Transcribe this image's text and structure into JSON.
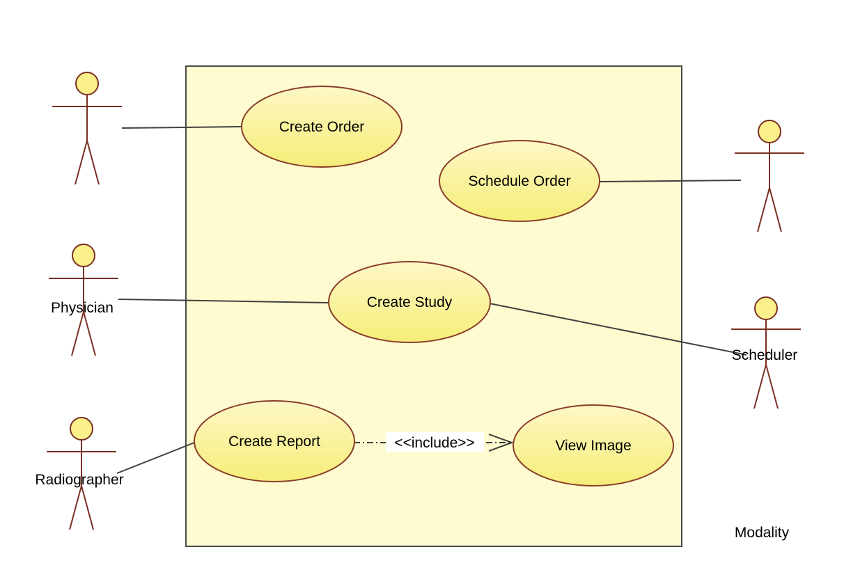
{
  "diagram": {
    "system_boundary": {
      "label": ""
    },
    "use_cases": [
      {
        "id": "create-order",
        "label": "Create Order"
      },
      {
        "id": "schedule-order",
        "label": "Schedule Order"
      },
      {
        "id": "create-study",
        "label": "Create Study"
      },
      {
        "id": "create-report",
        "label": "Create Report"
      },
      {
        "id": "view-image",
        "label": "View Image"
      }
    ],
    "actors": [
      {
        "id": "actor-top-left",
        "label": ""
      },
      {
        "id": "physician",
        "label": "Physician"
      },
      {
        "id": "radiographer",
        "label": "Radiographer"
      },
      {
        "id": "actor-top-right",
        "label": ""
      },
      {
        "id": "scheduler",
        "label": "Scheduler"
      }
    ],
    "relationships": [
      {
        "from": "actor-top-left",
        "to": "create-order",
        "type": "association"
      },
      {
        "from": "actor-top-right",
        "to": "schedule-order",
        "type": "association"
      },
      {
        "from": "physician",
        "to": "create-study",
        "type": "association"
      },
      {
        "from": "scheduler",
        "to": "create-study",
        "type": "association"
      },
      {
        "from": "radiographer",
        "to": "create-report",
        "type": "association"
      },
      {
        "from": "create-report",
        "to": "view-image",
        "type": "include",
        "label": "<<include>>"
      }
    ],
    "free_text": {
      "modality_label": "Modality"
    },
    "colors": {
      "boundary_fill": "#fdfbcf",
      "boundary_stroke": "#4a4a4a",
      "usecase_fill_top": "#fdf7c6",
      "usecase_fill_bottom": "#f6ee78",
      "usecase_stroke": "#8a3d2a",
      "actor_stroke": "#7a2f22",
      "actor_head_fill": "#fbf08a",
      "connector": "#404040"
    }
  }
}
